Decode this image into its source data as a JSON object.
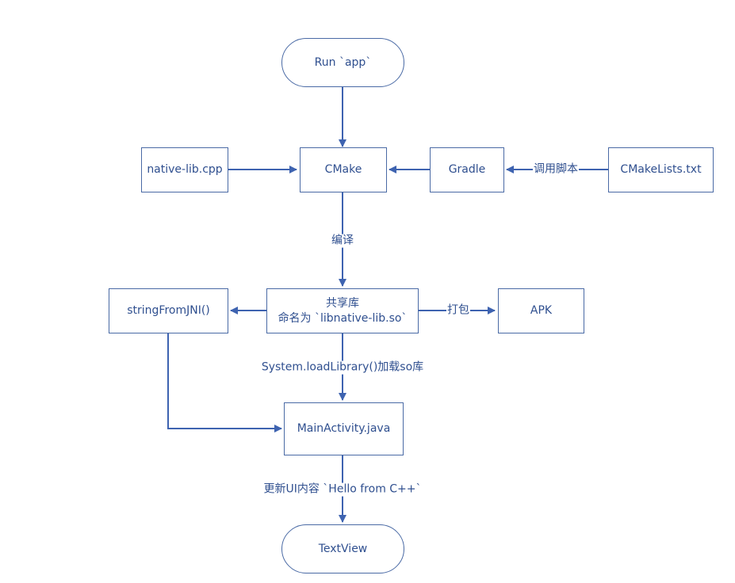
{
  "nodes": {
    "run_app": "Run `app`",
    "native_lib": "native-lib.cpp",
    "cmake": "CMake",
    "gradle": "Gradle",
    "cmakelists": "CMakeLists.txt",
    "shared_lib_line1": "共享库",
    "shared_lib_line2": "命名为 `libnative-lib.so`",
    "string_from_jni": "stringFromJNI()",
    "apk": "APK",
    "main_activity": "MainActivity.java",
    "text_view": "TextView"
  },
  "edges": {
    "invoke_script": "调用脚本",
    "compile": "编译",
    "package": "打包",
    "load_library": "System.loadLibrary()加载so库",
    "update_ui": "更新UI内容 `Hello from C++`"
  },
  "colors": {
    "stroke": "#4a6aa5",
    "text": "#2f4f8f",
    "background": "#ffffff"
  }
}
